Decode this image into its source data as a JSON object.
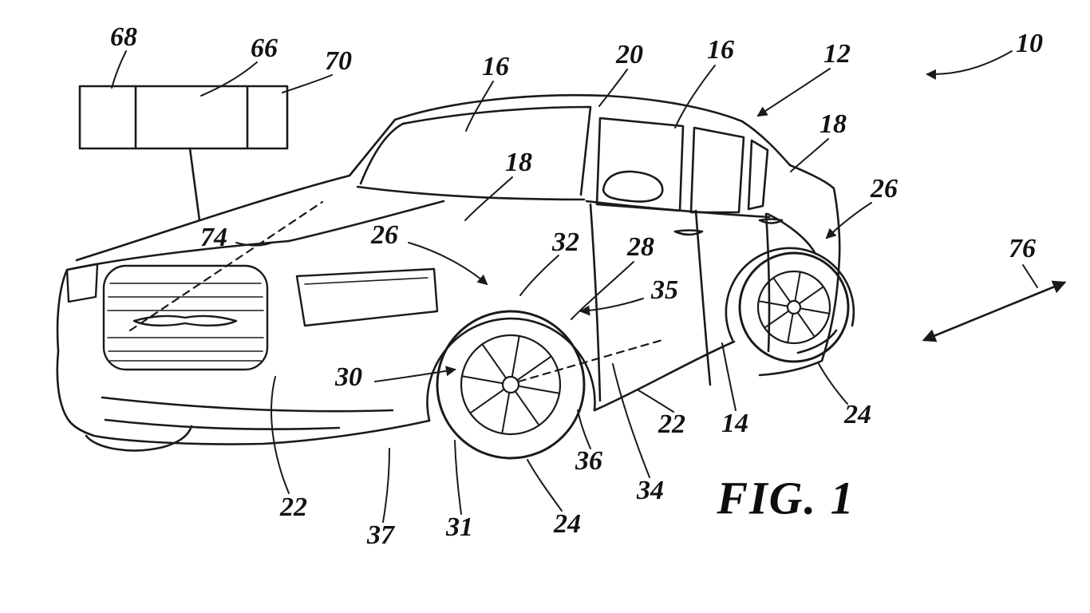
{
  "drawing": {
    "caption": "FIG. 1",
    "reference_labels": [
      {
        "id": "68",
        "text": "68"
      },
      {
        "id": "66",
        "text": "66"
      },
      {
        "id": "70",
        "text": "70"
      },
      {
        "id": "16-a",
        "text": "16"
      },
      {
        "id": "20",
        "text": "20"
      },
      {
        "id": "16-b",
        "text": "16"
      },
      {
        "id": "12",
        "text": "12"
      },
      {
        "id": "10",
        "text": "10"
      },
      {
        "id": "18-a",
        "text": "18"
      },
      {
        "id": "18-b",
        "text": "18"
      },
      {
        "id": "74",
        "text": "74"
      },
      {
        "id": "26-a",
        "text": "26"
      },
      {
        "id": "32",
        "text": "32"
      },
      {
        "id": "28",
        "text": "28"
      },
      {
        "id": "35",
        "text": "35"
      },
      {
        "id": "26-b",
        "text": "26"
      },
      {
        "id": "76",
        "text": "76"
      },
      {
        "id": "30",
        "text": "30"
      },
      {
        "id": "22-a",
        "text": "22"
      },
      {
        "id": "37",
        "text": "37"
      },
      {
        "id": "31",
        "text": "31"
      },
      {
        "id": "24-a",
        "text": "24"
      },
      {
        "id": "36",
        "text": "36"
      },
      {
        "id": "34",
        "text": "34"
      },
      {
        "id": "22-b",
        "text": "22"
      },
      {
        "id": "14",
        "text": "14"
      },
      {
        "id": "24-b",
        "text": "24"
      }
    ],
    "line_color": "#1a1a1a",
    "background_color": "#ffffff"
  }
}
